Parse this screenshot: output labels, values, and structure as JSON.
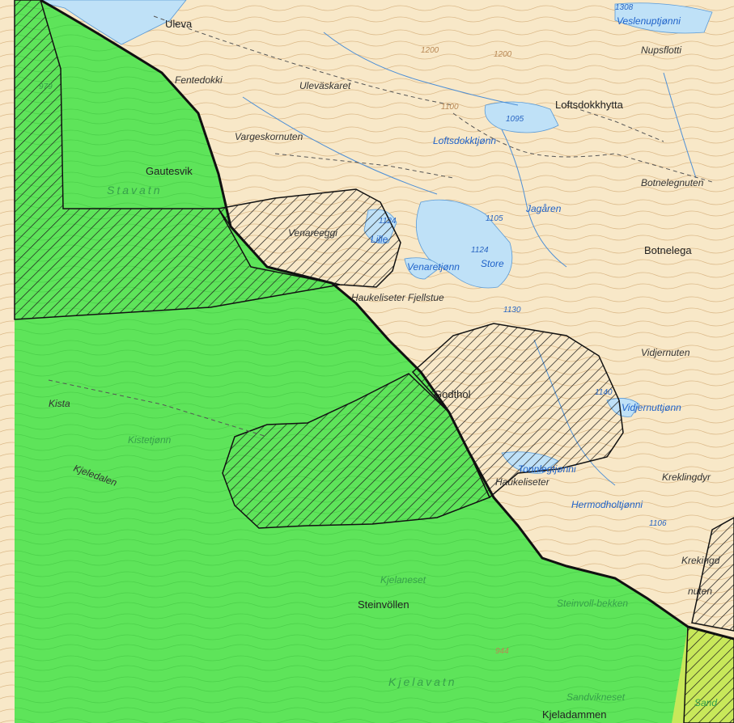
{
  "map": {
    "colors": {
      "terrain": "#f8e8c8",
      "water": "#bfe1f7",
      "protected_area": "#5ee45a",
      "boundary": "#111111",
      "contour": "#c9a06a",
      "stream": "#4d8fd6"
    },
    "labels": {
      "uleva": "Uleva",
      "veslenuptjonni": "Veslenuptjønni",
      "nupsflotti": "Nupsflotti",
      "fentedokki": "Fentedokki",
      "ulevaskaret": "Uleväskaret",
      "loftsdokkhytta": "Loftsdokkhytta",
      "vargeskornuten": "Vargeskornuten",
      "loftsdokktjonn": "Loftsdokktjønn",
      "gautesvik": "Gautesvik",
      "stavatn": "Stavatn",
      "botnelegnuten": "Botnelegnuten",
      "jagaren": "Jagåren",
      "venareeggi": "Venareeggi",
      "lille": "Lille",
      "botnelega": "Botnelega",
      "store": "Store",
      "venaretjonn": "Venaretjønn",
      "haukeliseter_fjellstue": "Haukeliseter Fjellstue",
      "vidjernuten": "Vidjernuten",
      "godthol": "Godthol",
      "vidjernuttjonn": "Vidjernuttjønn",
      "kista": "Kista",
      "kistetjonn": "Kistetjønn",
      "kjeledalen": "Kjeledalen",
      "kreklingdy": "Kreklingdyr",
      "tonnlegtjonni": "Tonnlegtjønni",
      "haukeliseter": "Haukeliseter",
      "hermodholtjonni": "Hermodholtjønni",
      "kreklingd": "Krekingd",
      "nuten": "nuten",
      "kjelaneset": "Kjelaneset",
      "steinvollen": "Steinvöllen",
      "steinvoll_bekken": "Steinvoll-bekken",
      "kjelavatn": "Kjelavatn",
      "sandvikneset": "Sandvikneset",
      "kjeladammen": "Kjeladammen",
      "sand": "Sand"
    },
    "elevations": {
      "e1308": "1308",
      "e1200a": "1200",
      "e1200b": "1200",
      "e1100": "1100",
      "e1095": "1095",
      "e1124a": "1124",
      "e1105": "1105",
      "e1124b": "1124",
      "e1130": "1130",
      "e1140": "1140",
      "e1106": "1106",
      "e944": "944",
      "e979": "979"
    }
  }
}
